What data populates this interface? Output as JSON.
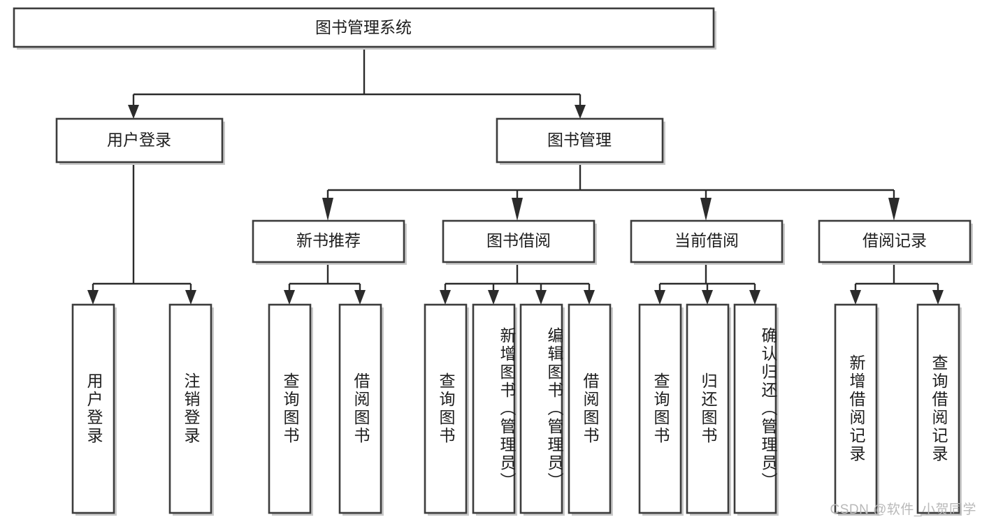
{
  "diagram": {
    "type": "tree",
    "title": "图书管理系统",
    "orientation": "top-down",
    "colors": {
      "box_border": "#3c3c3c",
      "box_fill": "#ffffff",
      "connector": "#2b2b2b",
      "shadow": "#c9c9c9",
      "text": "#1d1d1d",
      "watermark": "#b9b9b9"
    },
    "root": {
      "id": "root",
      "label": "图书管理系统"
    },
    "level2": [
      {
        "id": "user-login",
        "label": "用户登录"
      },
      {
        "id": "book-manage",
        "label": "图书管理"
      }
    ],
    "level3": [
      {
        "id": "new-book-rec",
        "label": "新书推荐",
        "parent": "book-manage"
      },
      {
        "id": "book-borrow",
        "label": "图书借阅",
        "parent": "book-manage"
      },
      {
        "id": "current-borrow",
        "label": "当前借阅",
        "parent": "book-manage"
      },
      {
        "id": "borrow-record",
        "label": "借阅记录",
        "parent": "book-manage"
      }
    ],
    "leaves": {
      "user-login": [
        {
          "id": "leaf-user-login",
          "label": "用户登录"
        },
        {
          "id": "leaf-logout",
          "label": "注销登录"
        }
      ],
      "new-book-rec": [
        {
          "id": "leaf-query-book-1",
          "label": "查询图书"
        },
        {
          "id": "leaf-borrow-book-1",
          "label": "借阅图书"
        }
      ],
      "book-borrow": [
        {
          "id": "leaf-query-book-2",
          "label": "查询图书"
        },
        {
          "id": "leaf-add-book",
          "label": "新增图书（管理员）"
        },
        {
          "id": "leaf-edit-book",
          "label": "编辑图书（管理员）"
        },
        {
          "id": "leaf-borrow-book-2",
          "label": "借阅图书"
        }
      ],
      "current-borrow": [
        {
          "id": "leaf-query-book-3",
          "label": "查询图书"
        },
        {
          "id": "leaf-return-book",
          "label": "归还图书"
        },
        {
          "id": "leaf-confirm-return",
          "label": "确认归还（管理员）"
        }
      ],
      "borrow-record": [
        {
          "id": "leaf-add-record",
          "label": "新增借阅记录"
        },
        {
          "id": "leaf-query-record",
          "label": "查询借阅记录"
        }
      ]
    }
  },
  "watermark": {
    "text": "CSDN @软件_小贺同学"
  }
}
